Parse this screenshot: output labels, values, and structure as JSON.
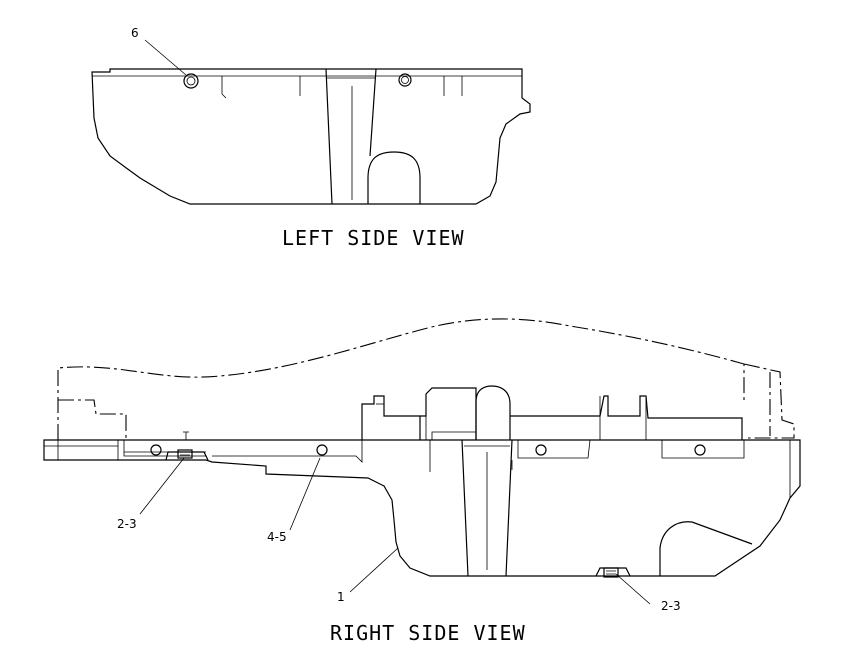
{
  "views": {
    "left": {
      "title": "LEFT SIDE VIEW"
    },
    "right": {
      "title": "RIGHT SIDE VIEW"
    }
  },
  "callouts": {
    "left_bolt": "6",
    "right_plug_left": "2-3",
    "right_bolt": "4-5",
    "right_pan": "1",
    "right_plug_bottom": "2-3"
  }
}
